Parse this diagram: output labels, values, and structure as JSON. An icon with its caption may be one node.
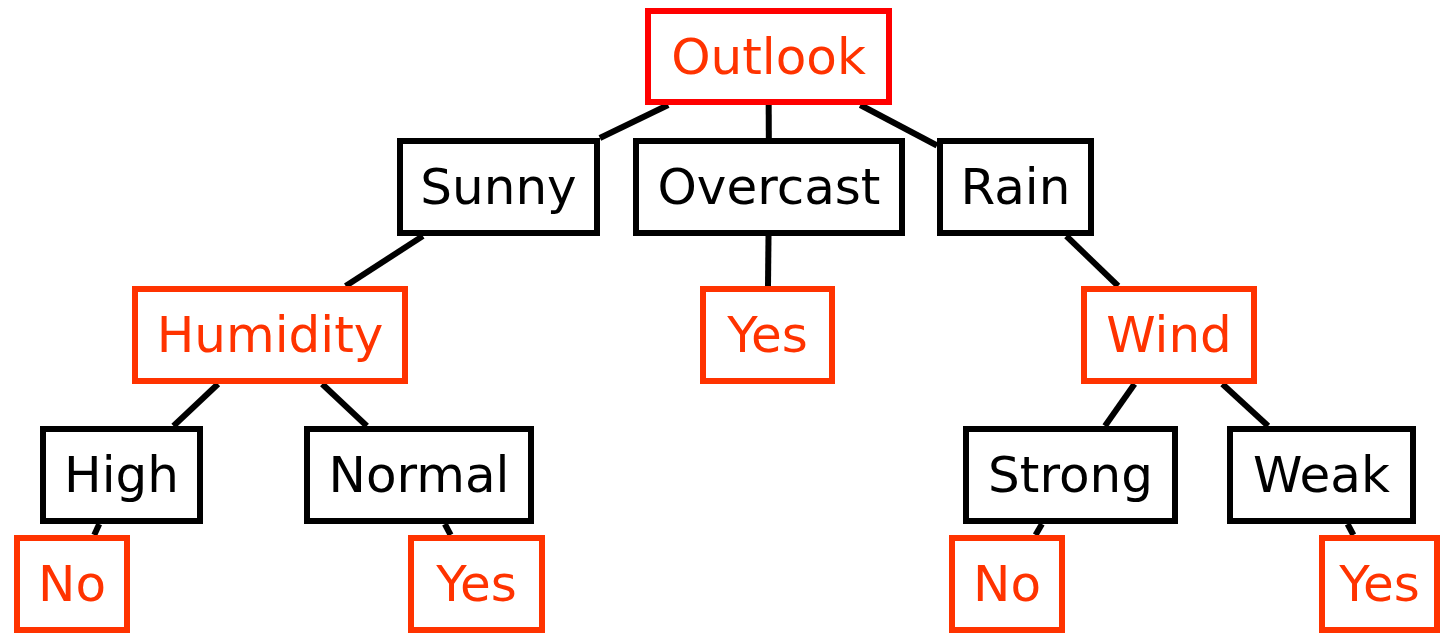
{
  "diagram": {
    "nodes": [
      {
        "text": [
          "Outlook"
        ]
      },
      {
        "text": [
          "Sunny"
        ]
      },
      {
        "text": [
          "Overcast"
        ]
      },
      {
        "text": [
          "Rain"
        ]
      },
      {
        "text": [
          "Humidity"
        ]
      },
      {
        "text": [
          "Yes"
        ]
      },
      {
        "text": [
          "Wind"
        ]
      },
      {
        "text": [
          "High"
        ]
      },
      {
        "text": [
          "Normal"
        ]
      },
      {
        "text": [
          "Strong"
        ]
      },
      {
        "text": [
          "Weak"
        ]
      },
      {
        "text": [
          "No"
        ]
      },
      {
        "text": [
          "Yes"
        ]
      },
      {
        "text": [
          "No"
        ]
      },
      {
        "text": [
          "Yes"
        ]
      }
    ],
    "edges": [
      {
        "from": 0,
        "to": 1,
        "arrow": "none"
      },
      {
        "from": 0,
        "to": 2,
        "arrow": "none"
      },
      {
        "from": 0,
        "to": 3,
        "arrow": "none"
      },
      {
        "from": 1,
        "to": 4,
        "arrow": "none"
      },
      {
        "from": 2,
        "to": 5,
        "arrow": "none"
      },
      {
        "from": 3,
        "to": 6,
        "arrow": "none"
      },
      {
        "from": 4,
        "to": 7,
        "arrow": "none"
      },
      {
        "from": 4,
        "to": 8,
        "arrow": "none"
      },
      {
        "from": 6,
        "to": 9,
        "arrow": "none"
      },
      {
        "from": 6,
        "to": 10,
        "arrow": "none"
      },
      {
        "from": 7,
        "to": 11,
        "arrow": "none"
      },
      {
        "from": 8,
        "to": 12,
        "arrow": "none"
      },
      {
        "from": 9,
        "to": 13,
        "arrow": "none"
      },
      {
        "from": 10,
        "to": 14,
        "arrow": "none"
      }
    ]
  }
}
